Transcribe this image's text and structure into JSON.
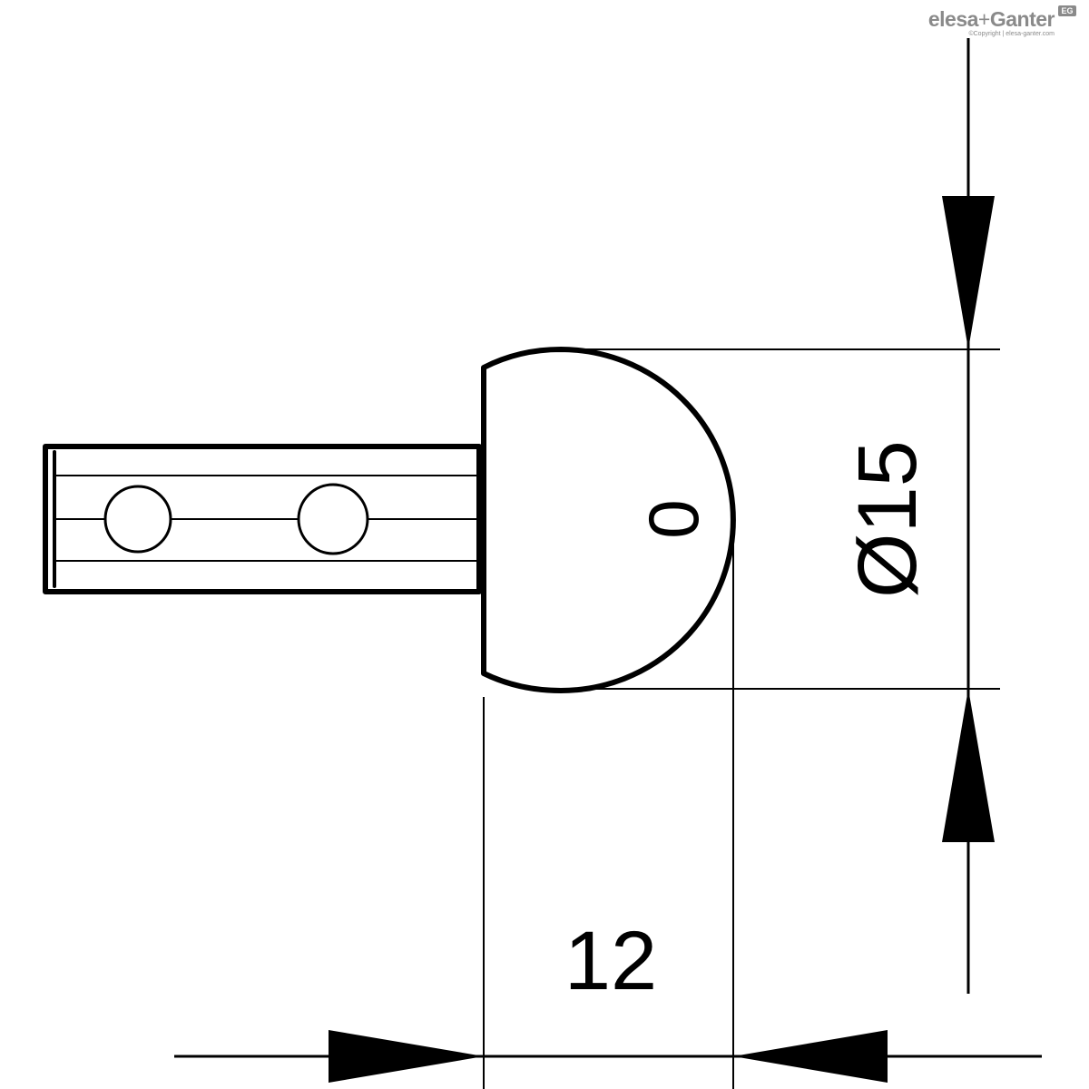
{
  "logo": {
    "brand_left": "elesa",
    "brand_plus": "+",
    "brand_right": "Ganter",
    "badge": "EG",
    "copyright": "©Copyright | elesa-ganter.com"
  },
  "drawing": {
    "head_marking": "0",
    "dimension_diameter": "Ø15",
    "dimension_length": "12"
  },
  "colors": {
    "line": "#000000",
    "logo": "#8a8a8a",
    "background": "#ffffff"
  }
}
